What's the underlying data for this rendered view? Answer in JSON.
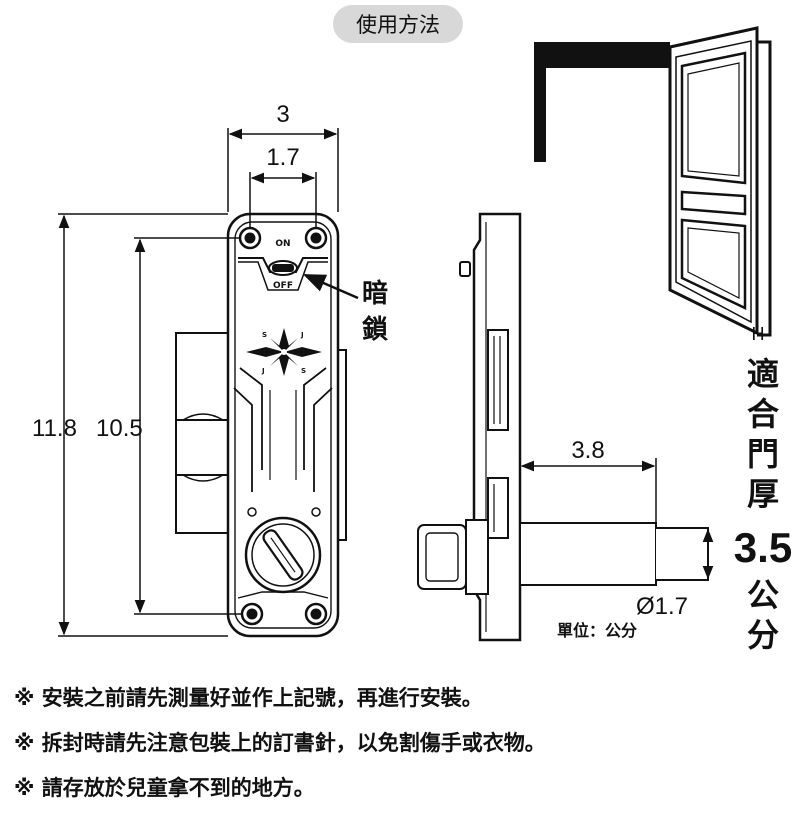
{
  "header": {
    "title": "使用方法"
  },
  "dimensions": {
    "width": "3",
    "hole_spacing": "1.7",
    "total_height": "11.8",
    "hole_height": "10.5",
    "spindle_length": "3.8",
    "spindle_diameter": "Ø1.7"
  },
  "plate_labels": {
    "on": "ON",
    "off": "OFF",
    "compass": [
      "S",
      "J",
      "J",
      "S"
    ]
  },
  "callout": {
    "line1": "暗",
    "line2": "鎖"
  },
  "unit": "單位：公分",
  "door": {
    "thickness_symbol": "H",
    "label_chars": [
      "適",
      "合",
      "門",
      "厚"
    ],
    "thickness_value": "3.5",
    "thickness_unit_chars": [
      "公",
      "分"
    ]
  },
  "notes": [
    "※ 安裝之前請先測量好並作上記號，再進行安裝。",
    "※ 拆封時請先注意包裝上的訂書針，以免割傷手或衣物。",
    "※ 請存放於兒童拿不到的地方。"
  ]
}
